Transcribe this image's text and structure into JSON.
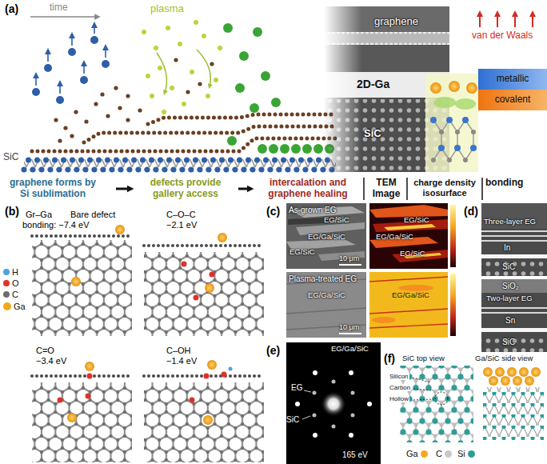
{
  "diagram": {
    "nodes": [
      {
        "text": [
          "metallic"
        ]
      },
      {
        "text": [
          "covalent"
        ]
      }
    ],
    "labels": [
      "(a)",
      "time",
      "plasma",
      "SiC",
      "graphene forms by Si sublimation",
      "defects provide gallery access",
      "intercalation and graphene healing",
      "TEM Image",
      "charge density isosurface",
      "bonding",
      "graphene",
      "2D-Ga",
      "SiC",
      "van der Waals",
      "(b)",
      "Gr–Ga",
      "Bare defect",
      "bonding: −7.4 eV",
      "C–O–C",
      "−2.1 eV",
      "C=O",
      "−3.4 eV",
      "C–OH",
      "−1.4 eV",
      "(c)",
      "As-grown EG",
      "EG/SiC",
      "EG/Ga/SiC",
      "EG/SiC",
      "10 μm",
      "EG/SiC",
      "EG/Ga/SiC",
      "EG/SiC",
      "Plasma-treated EG",
      "EG/Ga/SiC",
      "10 μm",
      "EG/Ga/SiC",
      "(d)",
      "Three-layer EG",
      "In",
      "SiC",
      "SiO₂",
      "Two-layer EG",
      "Sn",
      "SiC",
      "(e)",
      "EG/Ga/SiC",
      "EG",
      "SiC",
      "165 eV",
      "(f)",
      "SiC top view",
      "Ga/SiC side view",
      "Silicon",
      "Carbon",
      "Hollow"
    ],
    "legend": [
      {
        "text": "H",
        "color": "#4aa3df"
      },
      {
        "text": "O",
        "color": "#e0302a"
      },
      {
        "text": "C",
        "color": "#6e6e6e"
      },
      {
        "text": "Ga",
        "color": "#f2a81d"
      },
      {
        "text": "Ga",
        "color": "#f5a623"
      },
      {
        "text": "C",
        "color": "#c9c9c9"
      },
      {
        "text": "Si",
        "color": "#2f9c95"
      }
    ]
  }
}
